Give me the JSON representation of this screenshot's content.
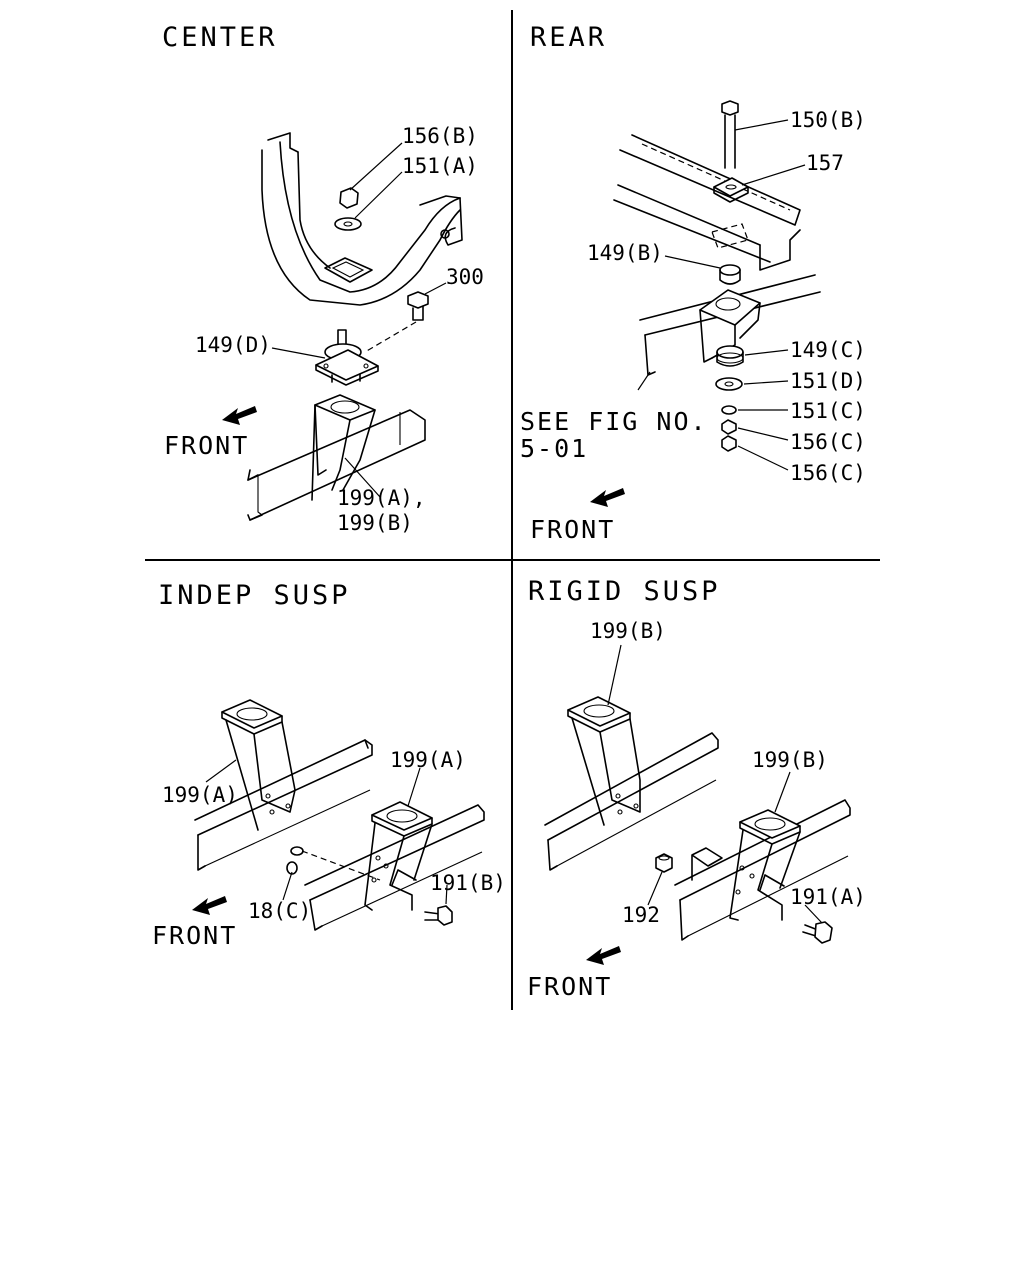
{
  "sections": {
    "center": {
      "title": "CENTER",
      "front": "FRONT",
      "labels": {
        "p156b": "156(B)",
        "p151a": "151(A)",
        "p300": "300",
        "p149d": "149(D)",
        "p199ab_1": "199(A),",
        "p199ab_2": "199(B)"
      }
    },
    "rear": {
      "title": "REAR",
      "front": "FRONT",
      "see_fig_1": "SEE FIG NO.",
      "see_fig_2": "5-01",
      "labels": {
        "p150b": "150(B)",
        "p157": "157",
        "p149b": "149(B)",
        "p149c": "149(C)",
        "p151d": "151(D)",
        "p151c": "151(C)",
        "p156c_1": "156(C)",
        "p156c_2": "156(C)"
      }
    },
    "indep": {
      "title": "INDEP SUSP",
      "front": "FRONT",
      "labels": {
        "p199a_1": "199(A)",
        "p199a_2": "199(A)",
        "p18c": "18(C)",
        "p191b": "191(B)"
      }
    },
    "rigid": {
      "title": "RIGID SUSP",
      "front": "FRONT",
      "labels": {
        "p199b_1": "199(B)",
        "p199b_2": "199(B)",
        "p192": "192",
        "p191a": "191(A)"
      }
    }
  }
}
